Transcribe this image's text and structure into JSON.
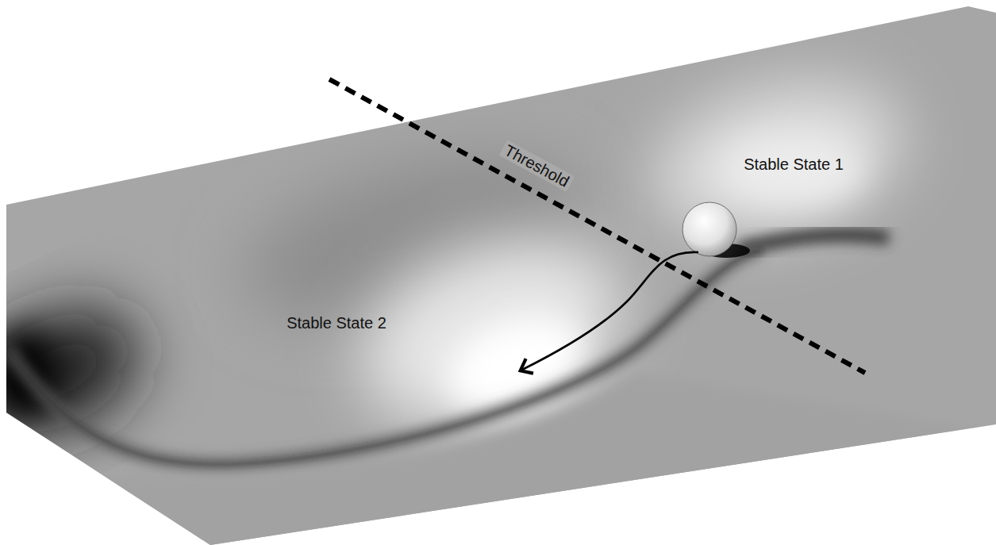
{
  "diagram": {
    "labels": [
      "Threshold",
      "Stable State 1",
      "Stable State 2"
    ]
  }
}
